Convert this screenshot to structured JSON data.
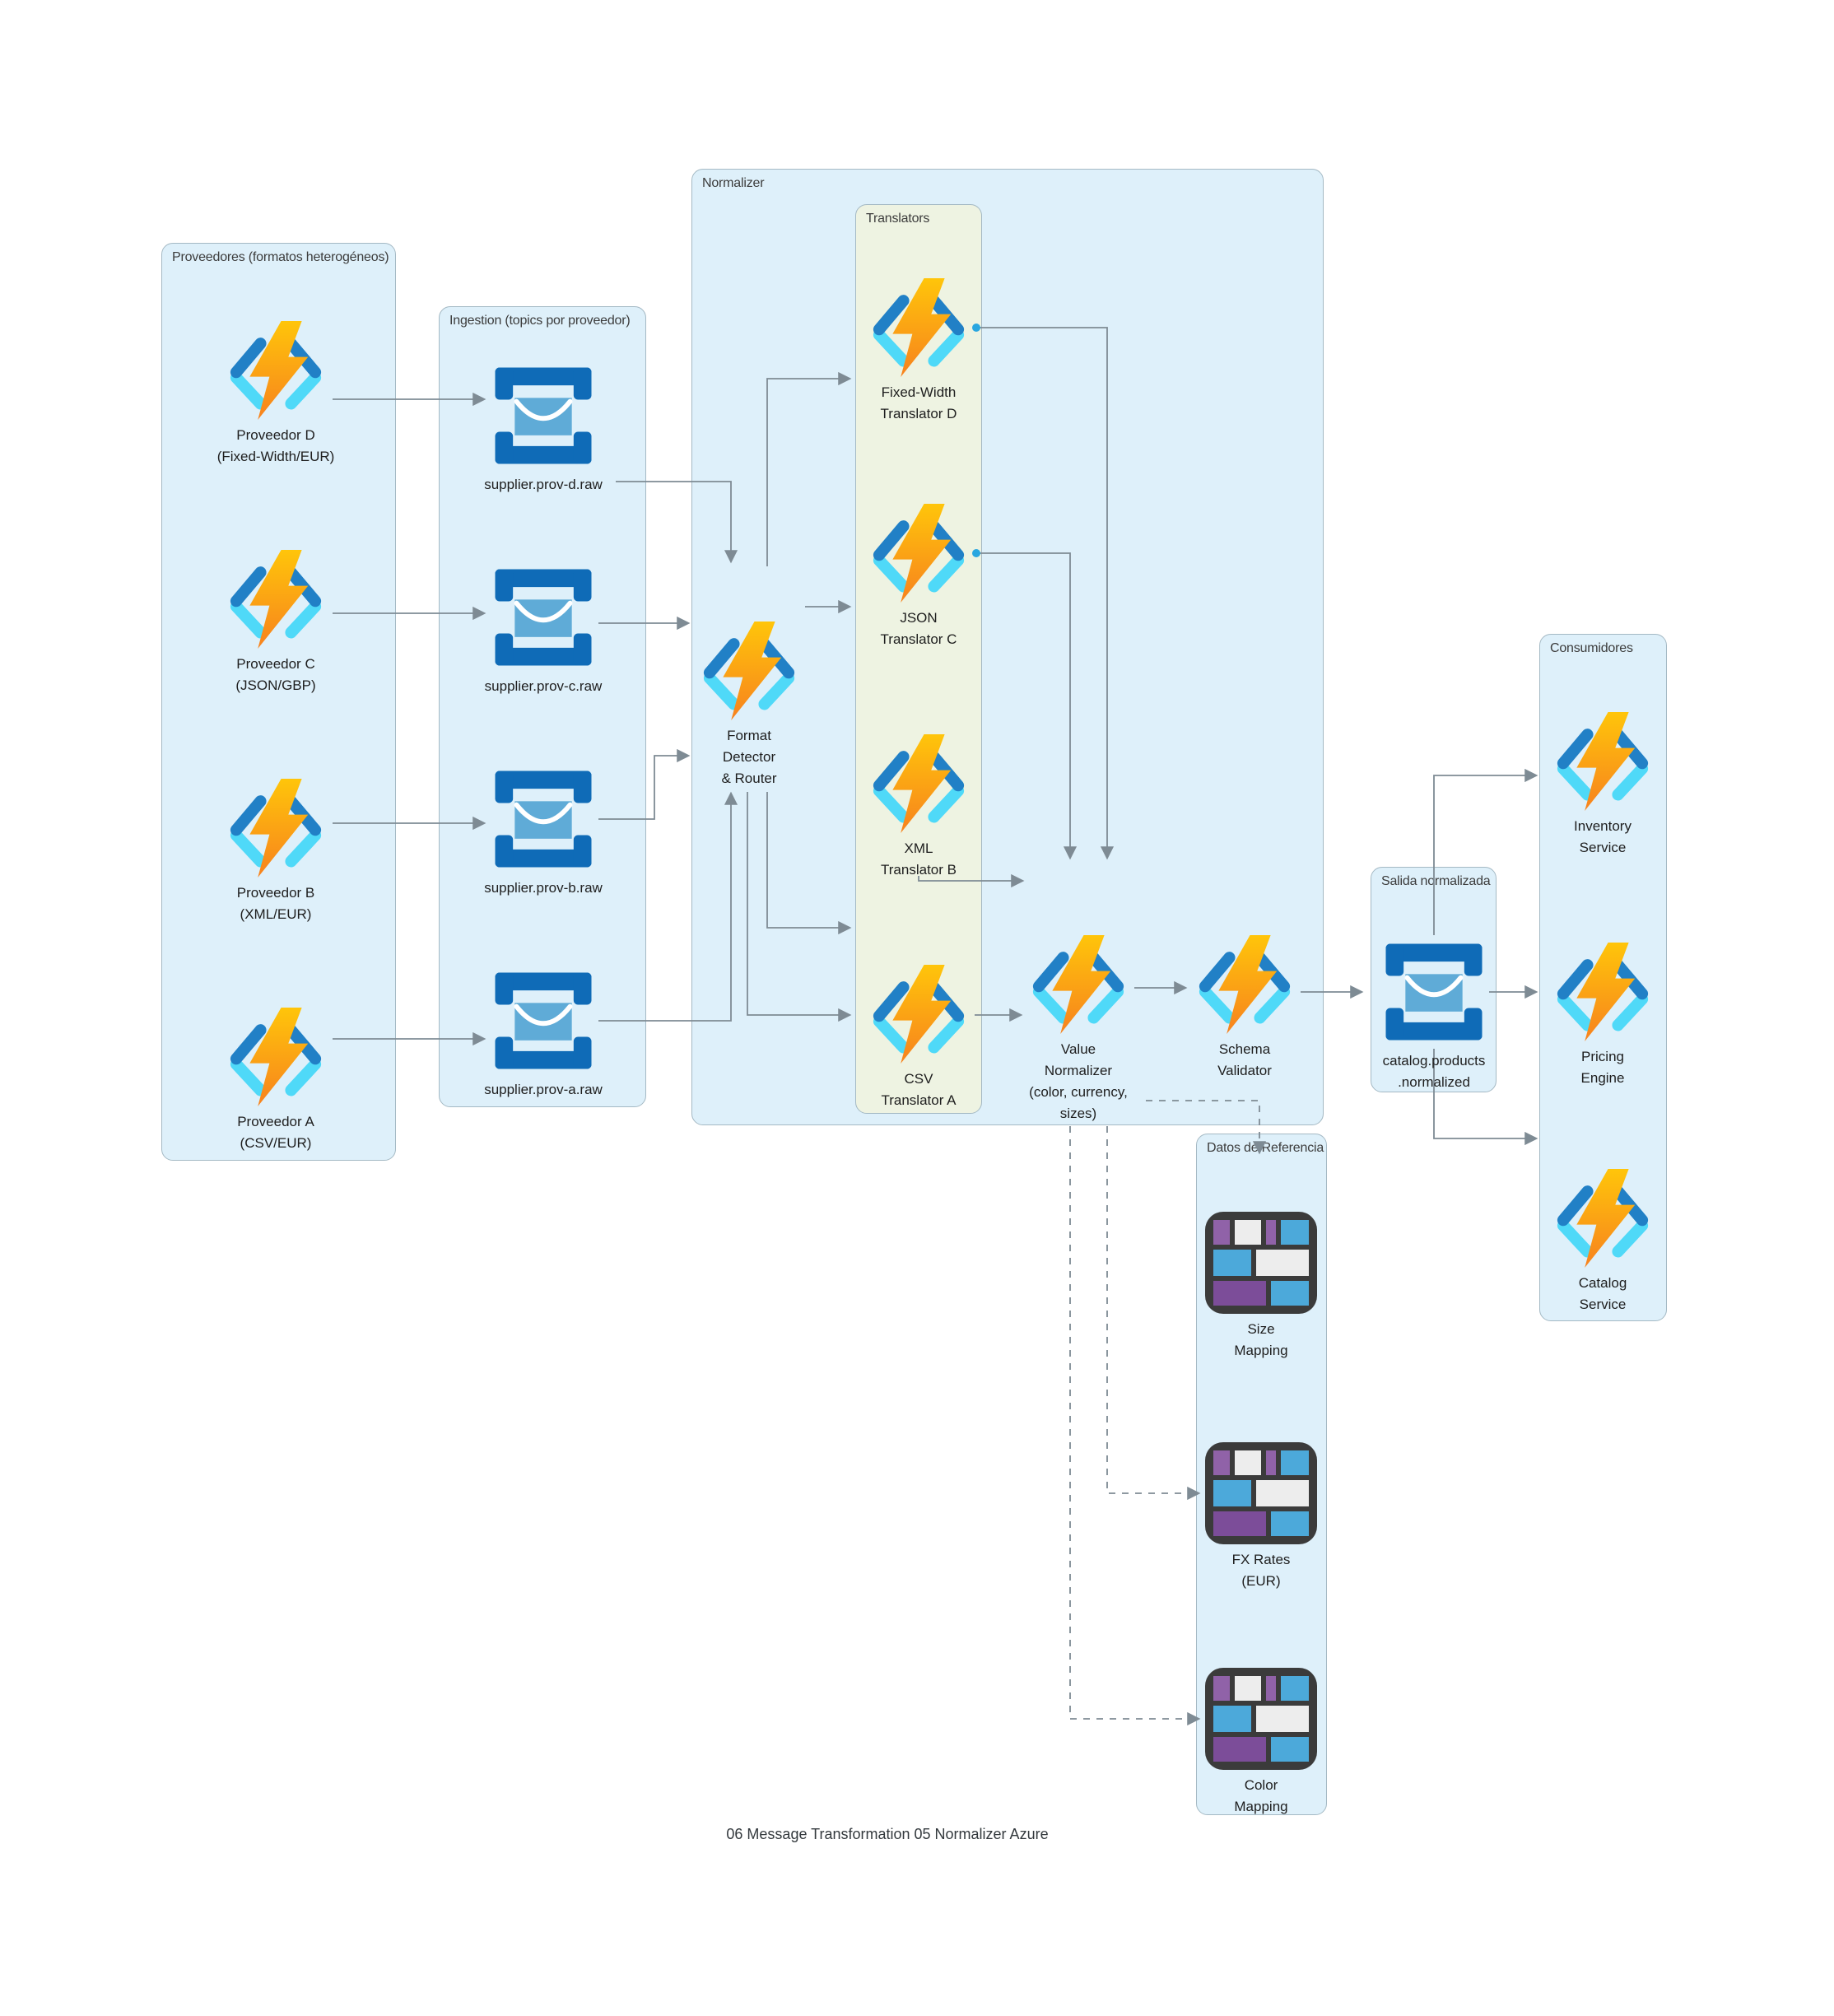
{
  "caption": "06 Message Transformation 05 Normalizer Azure",
  "groups": {
    "proveedores": {
      "label": "Proveedores (formatos heterogéneos)"
    },
    "ingestion": {
      "label": "Ingestion (topics por proveedor)"
    },
    "normalizer": {
      "label": "Normalizer"
    },
    "translators": {
      "label": "Translators"
    },
    "salida": {
      "label": "Salida normalizada"
    },
    "consumidores": {
      "label": "Consumidores"
    },
    "referencia": {
      "label": "Datos de Referencia"
    }
  },
  "nodes": {
    "prov_d": {
      "label": "Proveedor D\n(Fixed-Width/EUR)",
      "icon": "azure-function"
    },
    "prov_c": {
      "label": "Proveedor C\n(JSON/GBP)",
      "icon": "azure-function"
    },
    "prov_b": {
      "label": "Proveedor B\n(XML/EUR)",
      "icon": "azure-function"
    },
    "prov_a": {
      "label": "Proveedor A\n(CSV/EUR)",
      "icon": "azure-function"
    },
    "topic_d": {
      "label": "supplier.prov-d.raw",
      "icon": "service-bus-topic"
    },
    "topic_c": {
      "label": "supplier.prov-c.raw",
      "icon": "service-bus-topic"
    },
    "topic_b": {
      "label": "supplier.prov-b.raw",
      "icon": "service-bus-topic"
    },
    "topic_a": {
      "label": "supplier.prov-a.raw",
      "icon": "service-bus-topic"
    },
    "format_detector": {
      "label": "Format\nDetector\n& Router",
      "icon": "azure-function"
    },
    "tr_fixed": {
      "label": "Fixed-Width\nTranslator D",
      "icon": "azure-function"
    },
    "tr_json": {
      "label": "JSON\nTranslator C",
      "icon": "azure-function"
    },
    "tr_xml": {
      "label": "XML\nTranslator B",
      "icon": "azure-function"
    },
    "tr_csv": {
      "label": "CSV\nTranslator A",
      "icon": "azure-function"
    },
    "value_normalizer": {
      "label": "Value\nNormalizer\n(color, currency,\nsizes)",
      "icon": "azure-function"
    },
    "schema_validator": {
      "label": "Schema\nValidator",
      "icon": "azure-function"
    },
    "catalog_topic": {
      "label": "catalog.products\n.normalized",
      "icon": "service-bus-topic"
    },
    "inventory": {
      "label": "Inventory\nService",
      "icon": "azure-function"
    },
    "pricing": {
      "label": "Pricing\nEngine",
      "icon": "azure-function"
    },
    "catalog_service": {
      "label": "Catalog\nService",
      "icon": "azure-function"
    },
    "size_mapping": {
      "label": "Size\nMapping",
      "icon": "reference-data"
    },
    "fx_rates": {
      "label": "FX Rates\n(EUR)",
      "icon": "reference-data"
    },
    "color_mapping": {
      "label": "Color\nMapping",
      "icon": "reference-data"
    }
  },
  "colors": {
    "group_fill": "#def0fa",
    "translators_fill": "#eef3e2",
    "group_border": "#a4b9c4",
    "connector": "#7e8b94",
    "function_bolt_top": "#ffc50a",
    "function_bolt_bottom": "#f7821e",
    "bracket_dark": "#2180c6",
    "bracket_light": "#4fd9f8",
    "bus_frame": "#0f6bb7",
    "bus_envelope": "#5fabd7",
    "table_frame": "#3b3b3b",
    "table_purple": "#8e5ba5",
    "table_blue": "#4ca9da",
    "table_white": "#ededed"
  }
}
